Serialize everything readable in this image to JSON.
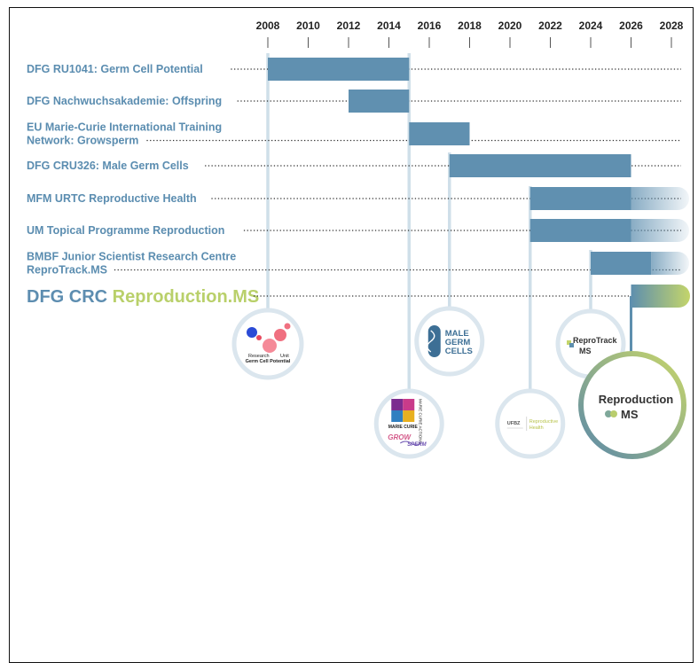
{
  "colors": {
    "bar": "#6090b0",
    "label": "#5b8db0",
    "connector": "#cfdfe9",
    "dots": "#333333",
    "crc_green": "#b9d06a",
    "axis_text": "#222222"
  },
  "timeline": {
    "years": [
      "2008",
      "2010",
      "2012",
      "2014",
      "2016",
      "2018",
      "2020",
      "2022",
      "2024",
      "2026",
      "2028"
    ],
    "x_range": [
      2008,
      2028
    ]
  },
  "projects": [
    {
      "label_lines": [
        "DFG RU1041: Germ Cell Potential"
      ],
      "start": 2008,
      "end": 2015,
      "fade": false
    },
    {
      "label_lines": [
        "DFG Nachwuchsakademie: Offspring"
      ],
      "start": 2012,
      "end": 2015,
      "fade": false
    },
    {
      "label_lines": [
        "EU Marie-Curie International Training",
        "Network: Growsperm"
      ],
      "start": 2015,
      "end": 2018,
      "fade": false
    },
    {
      "label_lines": [
        "DFG CRU326: Male Germ Cells"
      ],
      "start": 2017,
      "end": 2026,
      "fade": false
    },
    {
      "label_lines": [
        "MFM URTC Reproductive Health"
      ],
      "start": 2021,
      "end": 2026,
      "fade": true
    },
    {
      "label_lines": [
        "UM Topical Programme Reproduction"
      ],
      "start": 2021,
      "end": 2026,
      "fade": true
    },
    {
      "label_lines": [
        "BMBF Junior Scientist Research Centre",
        "ReproTrack.MS"
      ],
      "start": 2024,
      "end": 2027,
      "fade": true
    }
  ],
  "crc": {
    "label_prefix": "DFG CRC ",
    "label_suffix": "Reproduction.MS",
    "start": 2026
  },
  "logos": {
    "ru1041": {
      "line1a": "Research",
      "line1b": "Unit",
      "line2": "Germ Cell Potential"
    },
    "male_germ_cells": {
      "lines": [
        "MALE",
        "GERM",
        "CELLS"
      ]
    },
    "growsperm": {
      "side": "MARIE CURIE ACTIONS",
      "bottom": "MARIE CURIE",
      "brand": "GROW",
      "brand2": "SPERM"
    },
    "urtc": {
      "left": "UFBZ",
      "right1": "Reproductive",
      "right2": "Health"
    },
    "reprotrack": {
      "line1": "ReproTrack",
      "line2": "MS"
    },
    "reproduction_ms": {
      "line1": "Reproduction",
      "line2": "MS"
    }
  }
}
